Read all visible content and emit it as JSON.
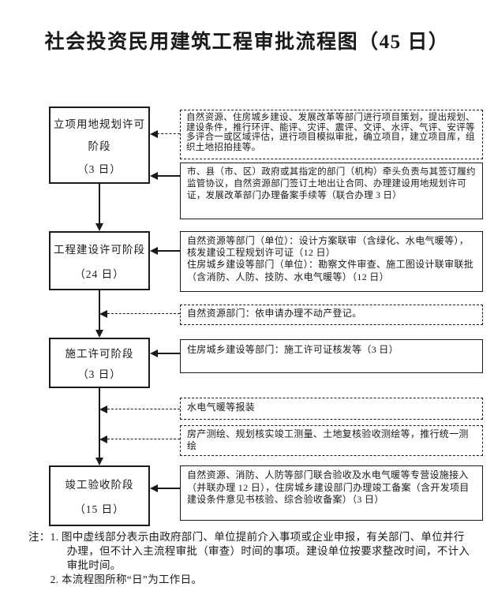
{
  "title": "社会投资民用建筑工程审批流程图（45 日）",
  "flow": {
    "stages": [
      {
        "lines": [
          "立项用地规划许可",
          "阶段",
          "（3 日）"
        ]
      },
      {
        "lines": [
          "工程建设许可阶段",
          "（24 日）"
        ]
      },
      {
        "lines": [
          "施工许可阶段",
          "（3 日）"
        ]
      },
      {
        "lines": [
          "竣工验收阶段",
          "（15 日）"
        ]
      }
    ],
    "side_boxes": [
      {
        "border": "dashed",
        "text": "自然资源、住房城乡建设、发展改革等部门进行项目策划，提出规划、建设条件，推行环评、能评、灾评、震评、文评、水评、气评、安评等多评合一或区域评估，进行项目模拟审批，确立项目，建立项目库，组织土地招拍挂等。"
      },
      {
        "border": "solid",
        "text": "市、县（市、区）政府或其指定的部门（机构）牵头负责与其签订履约监管协议，自然资源部门签订土地出让合同、办理建设用地规划许可证，发展改革部门办理备案手续等（联合办理 3 日）"
      },
      {
        "border": "solid",
        "text": "自然资源等部门（单位）：设计方案联审（含绿化、水电气暖等），核发建设工程规划许可证（12 日）\n住房城乡建设等部门（单位）：勘察文件审查、施工图设计联审联批（含消防、人防、技防、水电气暖等）（12 日）"
      },
      {
        "border": "dashed",
        "text": "自然资源部门：依申请办理不动产登记。"
      },
      {
        "border": "solid",
        "text": "住房城乡建设等部门：施工许可证核发等（3 日）"
      },
      {
        "border": "dashed",
        "text": "水电气暖等报装"
      },
      {
        "border": "dashed",
        "text": "房产测绘、规划核实竣工测量、土地复核验收测绘等，推行统一测绘"
      },
      {
        "border": "solid",
        "text": "自然资源、消防、人防等部门联合验收及水电气暖等专营设施接入（并联办理 12 日），住房城乡建设部门办理竣工备案（含开发项目建设条件意见书核验、综合验收备案）（3 日）"
      }
    ]
  },
  "notes": {
    "label": "注：",
    "items": [
      "1. 图中虚线部分表示由政府部门、单位提前介入事项或企业申报，有关部门、单位并行办理，但不计入主流程审批（审查）时间的事项。建设单位按要求整改时间，不计入审批时间。",
      "2. 本流程图所称“日”为工作日。"
    ]
  },
  "colors": {
    "ink": "#1a1a1a",
    "background": "#ffffff"
  }
}
